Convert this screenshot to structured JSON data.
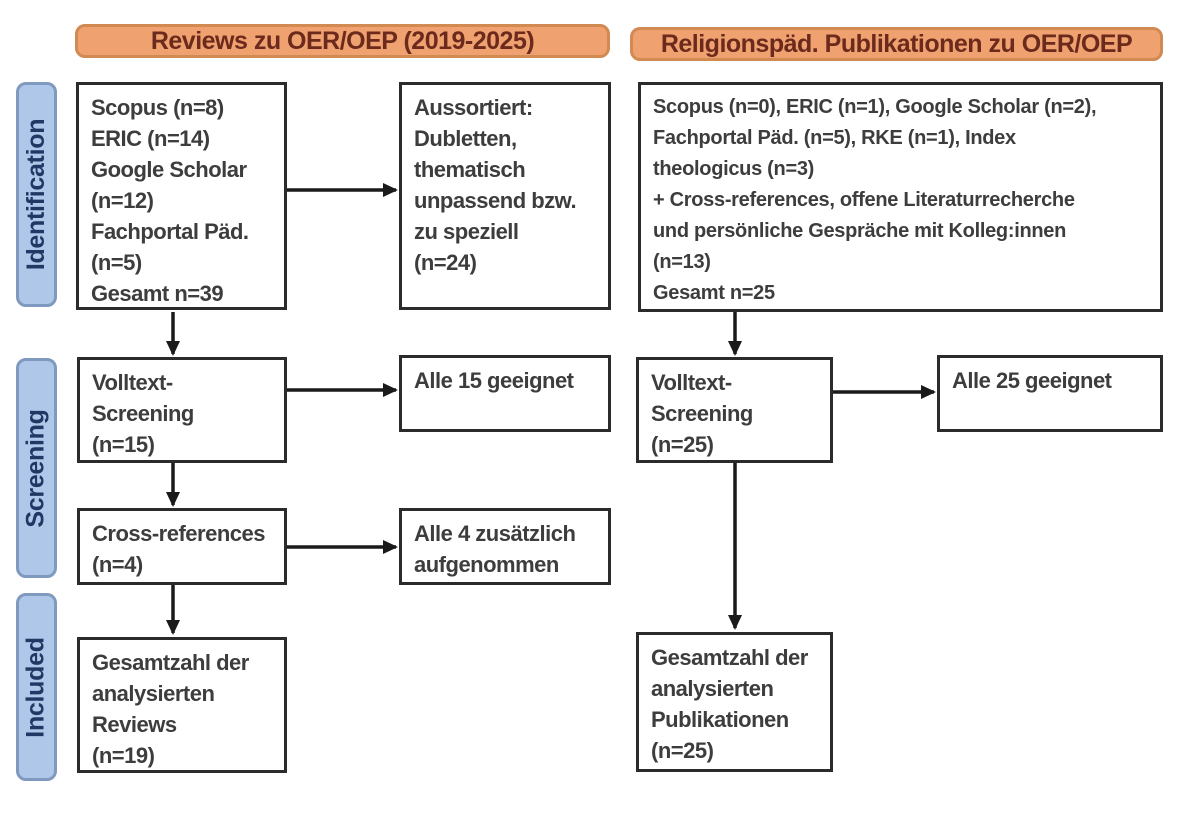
{
  "diagram": {
    "type": "prisma-flow",
    "stage_labels": [
      {
        "id": "identification",
        "label": "Identification"
      },
      {
        "id": "screening",
        "label": "Screening"
      },
      {
        "id": "included",
        "label": "Included"
      }
    ],
    "columns": {
      "left": {
        "header": "Reviews zu OER/OEP (2019-2025)",
        "boxes": {
          "sources": "Scopus (n=8)\nERIC (n=14)\nGoogle Scholar\n(n=12)\nFachportal Päd.\n(n=5)\nGesamt n=39",
          "excluded": "Aussortiert:\nDubletten,\nthematisch\nunpassend bzw.\nzu speziell\n(n=24)",
          "fulltext_screening": "Volltext-\nScreening\n(n=15)",
          "fulltext_result": "Alle 15 geeignet",
          "cross_references": "Cross-references\n(n=4)",
          "cross_references_result": "Alle 4 zusätzlich\naufgenommen",
          "included_total": "Gesamtzahl der\nanalysierten\nReviews\n(n=19)"
        }
      },
      "right": {
        "header": "Religionspäd. Publikationen zu OER/OEP",
        "boxes": {
          "sources": "Scopus (n=0), ERIC (n=1), Google Scholar (n=2),\nFachportal Päd. (n=5), RKE (n=1), Index\ntheologicus (n=3)\n+ Cross-references, offene Literaturrecherche\nund persönliche Gespräche mit Kolleg:innen\n(n=13)\nGesamt n=25",
          "fulltext_screening": "Volltext-\nScreening\n(n=25)",
          "fulltext_result": "Alle 25 geeignet",
          "included_total": "Gesamtzahl der\nanalysierten\nPublikationen\n(n=25)"
        }
      }
    },
    "colors": {
      "background": "#ffffff",
      "header_fill": "#f0a170",
      "header_border": "#d18a52",
      "header_text": "#6b2a1c",
      "stage_fill": "#afc7e8",
      "stage_border": "#8099be",
      "stage_text": "#203864",
      "box_border": "#2b2b2b",
      "box_text": "#3d3d3d",
      "arrow": "#1a1a1a"
    }
  }
}
